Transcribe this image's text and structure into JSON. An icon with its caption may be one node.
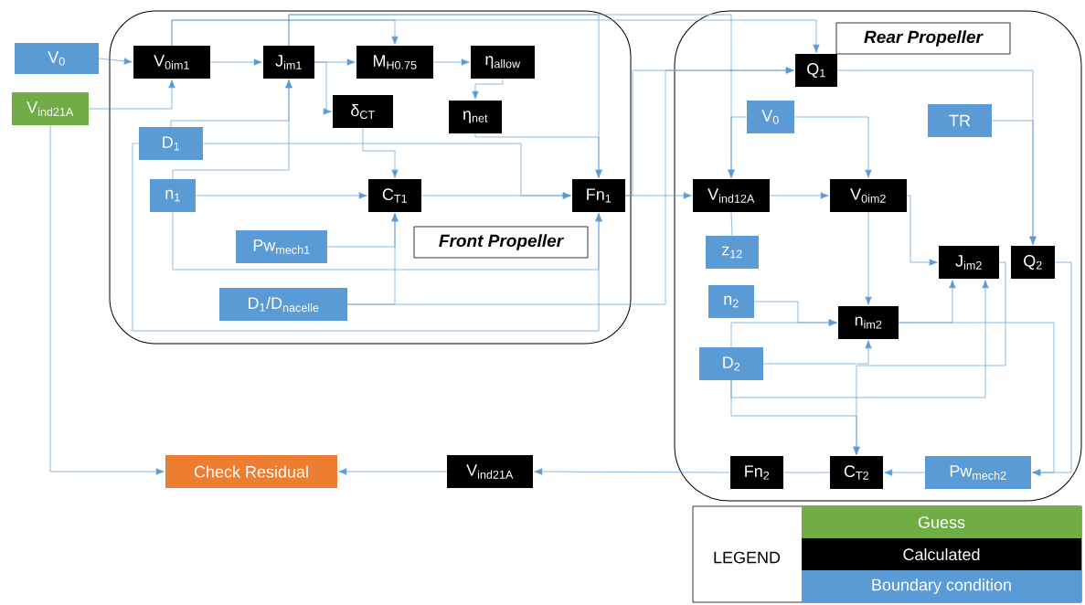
{
  "diagram": {
    "nodes": [
      {
        "text": [
          "V$_{0}$"
        ]
      },
      {
        "text": [
          "V$_{ind21A}$"
        ]
      },
      {
        "text": [
          "Front Propeller"
        ]
      },
      {
        "text": [
          "V$_{0im1}$"
        ],
        "in": 2
      },
      {
        "text": [
          "J$_{im1}$"
        ],
        "in": 2
      },
      {
        "text": [
          "M$_{H0.75}$"
        ],
        "in": 2
      },
      {
        "text": [
          "η$_{allow}$"
        ],
        "in": 2
      },
      {
        "text": [
          "δ$_{CT}$"
        ],
        "in": 2
      },
      {
        "text": [
          "η$_{net}$"
        ],
        "in": 2
      },
      {
        "text": [
          "D$_{1}$"
        ],
        "in": 2
      },
      {
        "text": [
          "n$_{1}$"
        ],
        "in": 2
      },
      {
        "text": [
          "C$_{T1}$"
        ],
        "in": 2
      },
      {
        "text": [
          "Fn$_{1}$"
        ],
        "in": 2
      },
      {
        "text": [
          "Pw$_{mech1}$"
        ],
        "in": 2
      },
      {
        "text": [
          "D$_{1}$/D$_{nacelle}$"
        ],
        "in": 2
      },
      {
        "text": [
          "Rear Propeller"
        ]
      },
      {
        "text": [
          "Q$_{1}$"
        ],
        "in": 15
      },
      {
        "text": [
          "V$_{0}$"
        ],
        "in": 15
      },
      {
        "text": [
          "TR"
        ],
        "in": 15
      },
      {
        "text": [
          "V$_{ind12A}$"
        ],
        "in": 15
      },
      {
        "text": [
          "V$_{0im2}$"
        ],
        "in": 15
      },
      {
        "text": [
          "z$_{12}$"
        ],
        "in": 15
      },
      {
        "text": [
          "J$_{im2}$"
        ],
        "in": 15
      },
      {
        "text": [
          "Q$_{2}$"
        ],
        "in": 15
      },
      {
        "text": [
          "n$_{2}$"
        ],
        "in": 15
      },
      {
        "text": [
          "n$_{im2}$"
        ],
        "in": 15
      },
      {
        "text": [
          "D$_{2}$"
        ],
        "in": 15
      },
      {
        "text": [
          "Fn$_{2}$"
        ],
        "in": 15
      },
      {
        "text": [
          "C$_{T2}$"
        ],
        "in": 15
      },
      {
        "text": [
          "Pw$_{mech2}$"
        ],
        "in": 15
      },
      {
        "text": [
          "Check Residual"
        ]
      },
      {
        "text": [
          "V$_{ind21A}$"
        ]
      }
    ],
    "edges": [
      {
        "from": 0,
        "to": 3,
        "arrow": "to"
      },
      {
        "from": 1,
        "to": 3,
        "arrow": "to"
      },
      {
        "from": 1,
        "to": 30,
        "arrow": "to"
      },
      {
        "from": 3,
        "to": 4,
        "arrow": "to"
      },
      {
        "from": 3,
        "to": 5,
        "arrow": "to"
      },
      {
        "from": 3,
        "to": 16,
        "arrow": "to"
      },
      {
        "from": 4,
        "to": 5,
        "arrow": "to"
      },
      {
        "from": 4,
        "to": 7,
        "arrow": "to"
      },
      {
        "from": 4,
        "to": 12,
        "arrow": "to"
      },
      {
        "from": 4,
        "to": 19,
        "arrow": "to"
      },
      {
        "from": 5,
        "to": 6,
        "arrow": "to"
      },
      {
        "from": 6,
        "to": 8,
        "arrow": "to"
      },
      {
        "from": 8,
        "to": 12,
        "arrow": "to"
      },
      {
        "from": 7,
        "to": 11,
        "arrow": "to"
      },
      {
        "from": 9,
        "to": 4,
        "arrow": "to"
      },
      {
        "from": 10,
        "to": 4,
        "arrow": "to"
      },
      {
        "from": 10,
        "to": 11,
        "arrow": "to"
      },
      {
        "from": 10,
        "to": 12,
        "arrow": "to"
      },
      {
        "from": 9,
        "to": 12,
        "arrow": "to"
      },
      {
        "from": 9,
        "to": 12,
        "arrow": "to"
      },
      {
        "from": 11,
        "to": 12,
        "arrow": "to"
      },
      {
        "from": 13,
        "to": 11,
        "arrow": "to"
      },
      {
        "from": 14,
        "to": 11,
        "arrow": "to"
      },
      {
        "from": 14,
        "to": 16,
        "arrow": "to"
      },
      {
        "from": 12,
        "to": 16,
        "arrow": "to"
      },
      {
        "from": 12,
        "to": 19,
        "arrow": "to"
      },
      {
        "from": 17,
        "to": 19,
        "arrow": "to"
      },
      {
        "from": 17,
        "to": 20,
        "arrow": "to"
      },
      {
        "from": 19,
        "to": 20,
        "arrow": "to"
      },
      {
        "from": 21,
        "to": 19,
        "arrow": "none"
      },
      {
        "from": 16,
        "to": 23,
        "arrow": "to"
      },
      {
        "from": 18,
        "to": 23,
        "arrow": "to"
      },
      {
        "from": 20,
        "to": 22,
        "arrow": "to"
      },
      {
        "from": 20,
        "to": 25,
        "arrow": "to"
      },
      {
        "from": 24,
        "to": 25,
        "arrow": "to"
      },
      {
        "from": 26,
        "to": 25,
        "arrow": "to"
      },
      {
        "from": 26,
        "to": 25,
        "arrow": "to"
      },
      {
        "from": 26,
        "to": 22,
        "arrow": "to"
      },
      {
        "from": 26,
        "to": 28,
        "arrow": "to"
      },
      {
        "from": 25,
        "to": 22,
        "arrow": "to"
      },
      {
        "from": 25,
        "to": 29,
        "arrow": "to"
      },
      {
        "from": 22,
        "to": 28,
        "arrow": "to"
      },
      {
        "from": 23,
        "to": 29,
        "arrow": "to"
      },
      {
        "from": 29,
        "to": 28,
        "arrow": "to"
      },
      {
        "from": 28,
        "to": 27,
        "arrow": "none"
      },
      {
        "from": 27,
        "to": 31,
        "arrow": "to"
      },
      {
        "from": 31,
        "to": 30,
        "arrow": "to"
      }
    ],
    "labels": [
      "LEGEND"
    ],
    "legend": [
      {
        "text": "Guess",
        "color": "#70ad47"
      },
      {
        "text": "Calculated",
        "color": "#000000"
      },
      {
        "text": "Boundary condition",
        "color": "#5b9bd5"
      }
    ]
  }
}
